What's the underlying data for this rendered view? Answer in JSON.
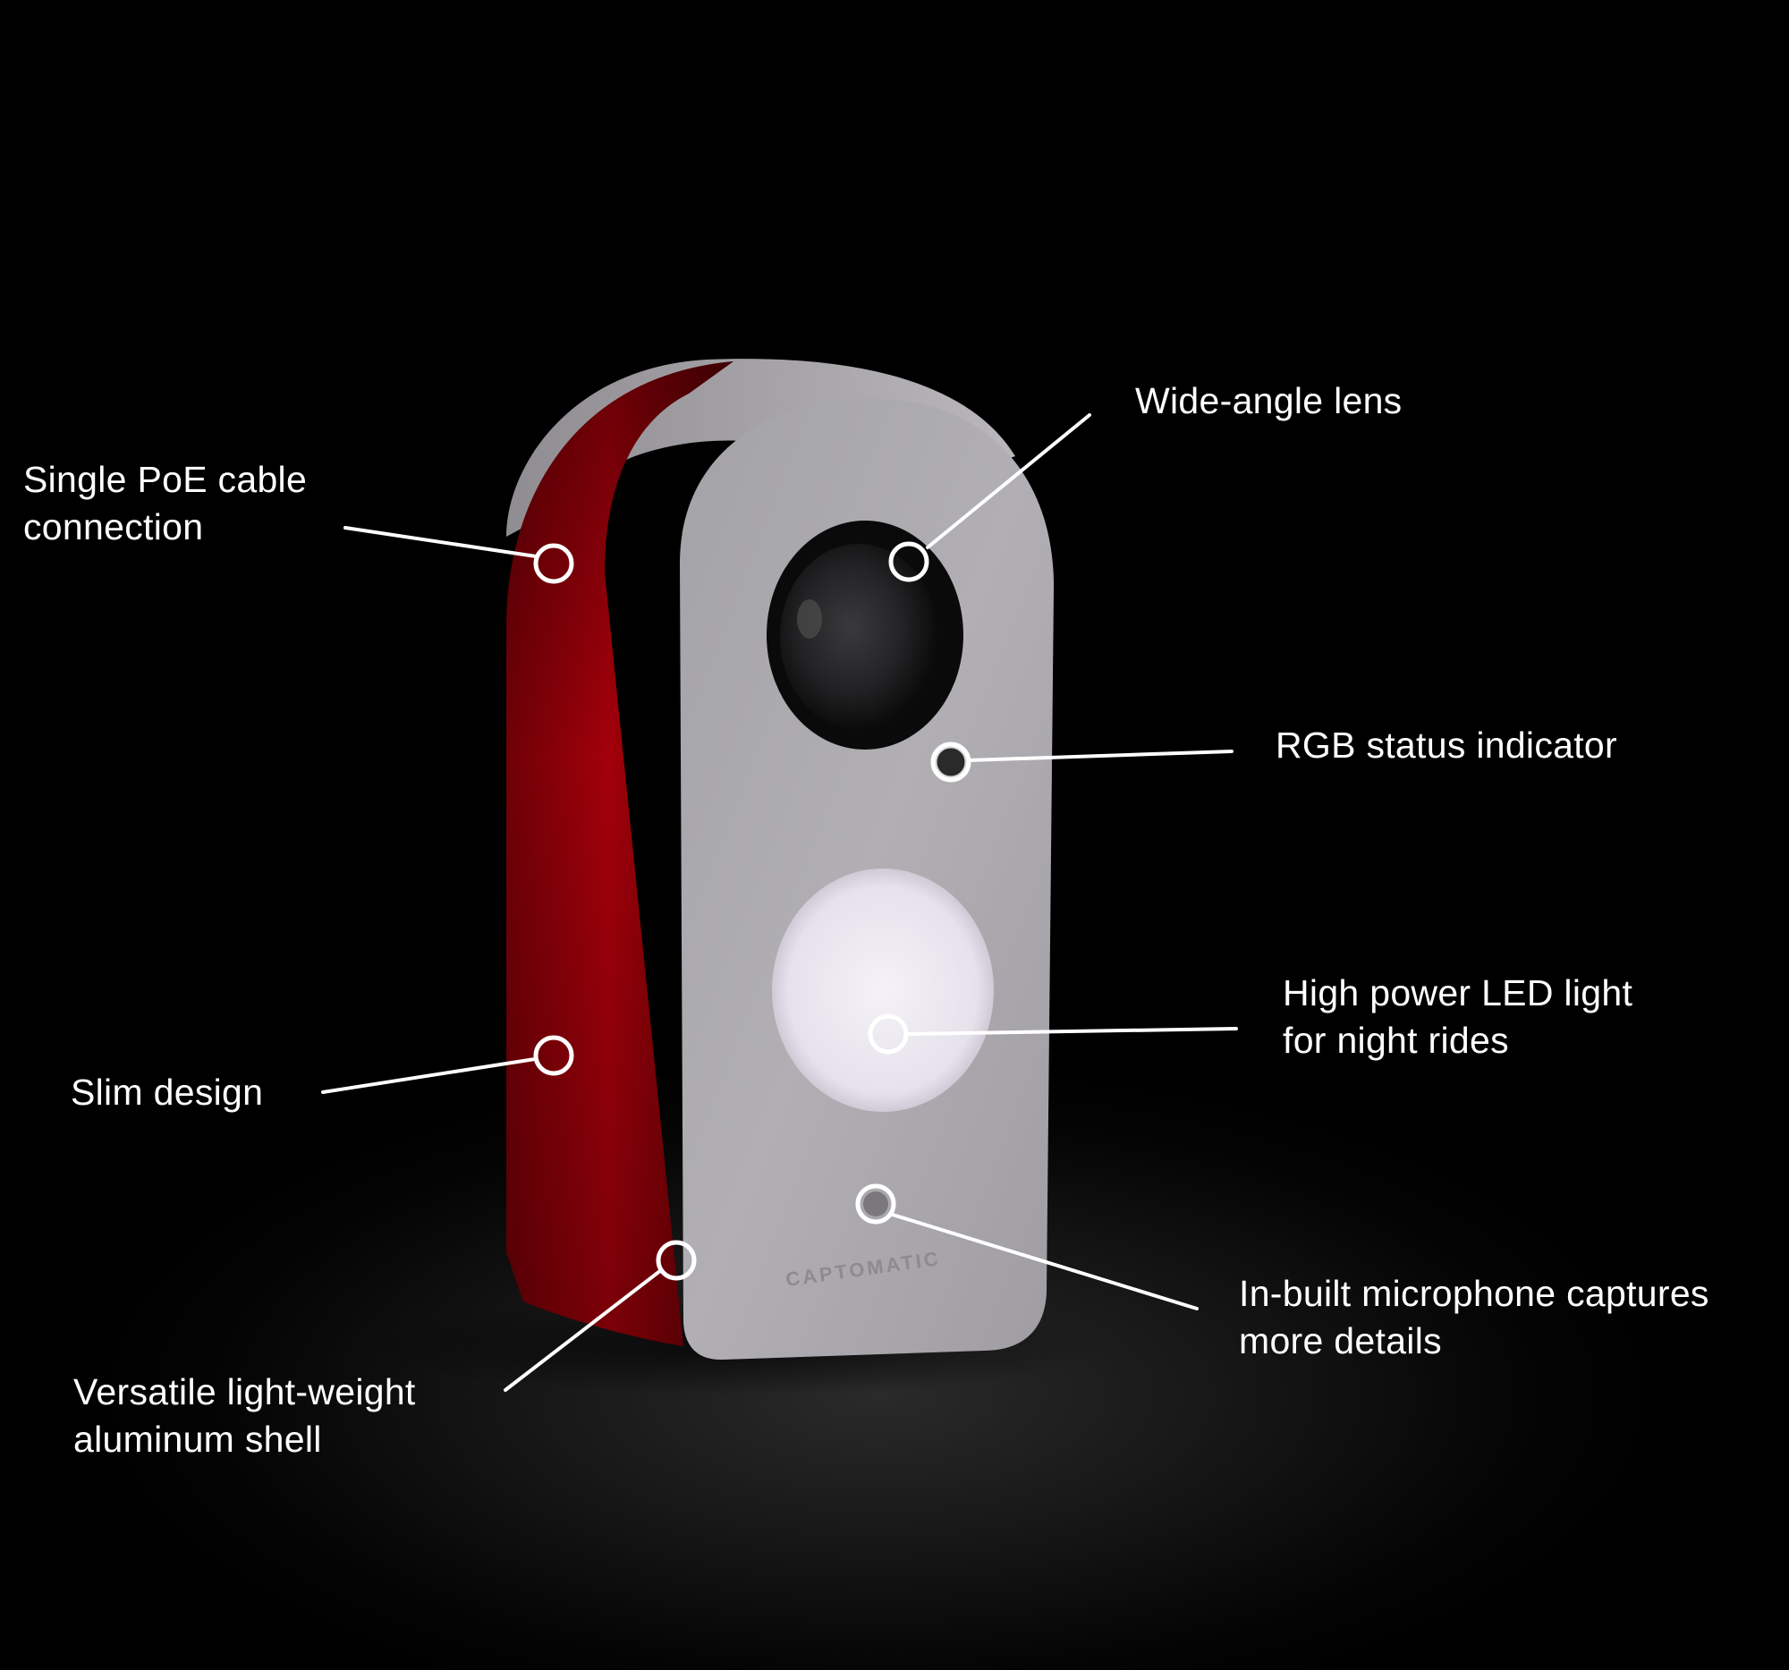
{
  "colors": {
    "background": "#000000",
    "shell_front": "#a9a7ab",
    "shell_side": "#b3000a",
    "lens": "#111111",
    "led": "#ece8f2",
    "callout": "#ffffff"
  },
  "product": {
    "brand_logo_text": "CAPTOMATIC"
  },
  "callouts": {
    "poe": {
      "line1": "Single PoE cable",
      "line2": "connection"
    },
    "lens": {
      "line1": "Wide-angle lens"
    },
    "rgb": {
      "line1": "RGB status indicator"
    },
    "led": {
      "line1": "High power LED light",
      "line2": "for night rides"
    },
    "slim": {
      "line1": "Slim design"
    },
    "microphone": {
      "line1": "In-built microphone captures",
      "line2": "more details"
    },
    "shell": {
      "line1": "Versatile light-weight",
      "line2": "aluminum shell"
    }
  }
}
